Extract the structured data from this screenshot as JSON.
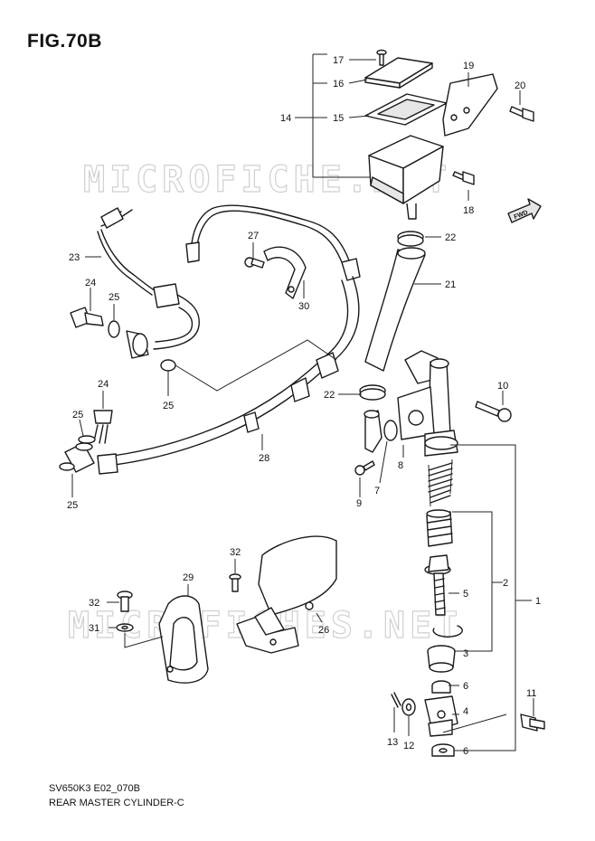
{
  "figure": {
    "title": "FIG.70B",
    "watermark_top": "MICROFICHE.NET",
    "watermark_bottom": "MICROFICHES.NET",
    "footer_code": "SV650K3 E02_070B",
    "footer_name": "REAR MASTER CYLINDER-C",
    "direction_label": "FWD"
  },
  "callouts": {
    "c1": "1",
    "c2": "2",
    "c3": "3",
    "c4": "4",
    "c5": "5",
    "c6a": "6",
    "c6b": "6",
    "c7": "7",
    "c8": "8",
    "c9": "9",
    "c10": "10",
    "c11": "11",
    "c12": "12",
    "c13": "13",
    "c14": "14",
    "c15": "15",
    "c16": "16",
    "c17": "17",
    "c18": "18",
    "c19": "19",
    "c20": "20",
    "c21": "21",
    "c22a": "22",
    "c22b": "22",
    "c23": "23",
    "c24a": "24",
    "c24b": "24",
    "c25a": "25",
    "c25b": "25",
    "c25c": "25",
    "c25d": "25",
    "c26": "26",
    "c27": "27",
    "c28": "28",
    "c29": "29",
    "c30": "30",
    "c31": "31",
    "c32a": "32",
    "c32b": "32"
  }
}
